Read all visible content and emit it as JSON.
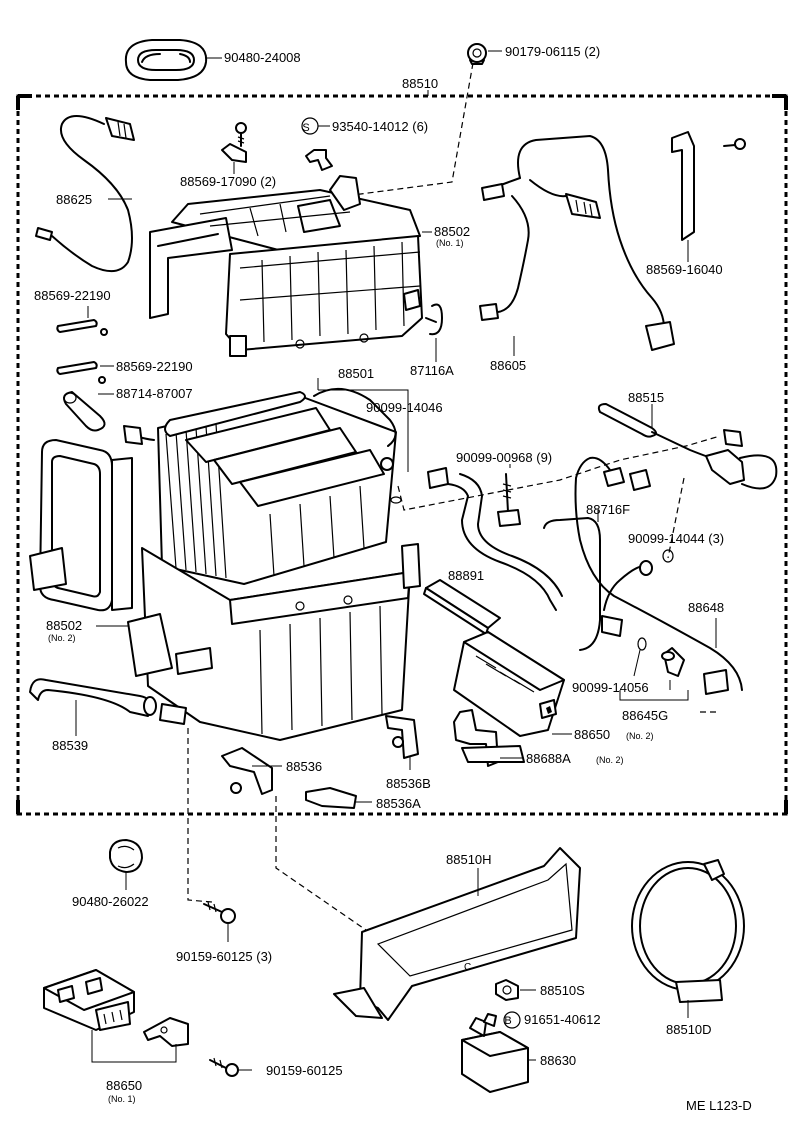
{
  "footer_code": "ME L123-D",
  "labels": {
    "p90480_24008": "90480-24008",
    "p90179_06115": "90179-06115 (2)",
    "p88510": "88510",
    "p93540": "93540-14012 (6)",
    "p88569_17090": "88569-17090 (2)",
    "p88625": "88625",
    "p88502_1": "88502",
    "p88502_1_sub": "(No. 1)",
    "p88569_16040": "88569-16040",
    "p88569_22190_a": "88569-22190",
    "p88569_22190_b": "88569-22190",
    "p87116A": "87116A",
    "p88605": "88605",
    "p88714": "88714-87007",
    "p88501": "88501",
    "p90099_14046": "90099-14046",
    "p88515": "88515",
    "p90099_00968": "90099-00968 (9)",
    "p88716F": "88716F",
    "p90099_14044": "90099-14044 (3)",
    "p88891": "88891",
    "p88648": "88648",
    "p88502_2": "88502",
    "p88502_2_sub": "(No. 2)",
    "p90099_14056": "90099-14056",
    "p88645G": "88645G",
    "p88539": "88539",
    "p88650_2": "88650",
    "p88650_2_sub": "(No. 2)",
    "p88688A": "88688A",
    "p88688A_sub": "(No. 2)",
    "p88536": "88536",
    "p88536B": "88536B",
    "p88536A": "88536A",
    "p88510H": "88510H",
    "p90480_26022": "90480-26022",
    "p90159_60125_3": "90159-60125 (3)",
    "p88510S": "88510S",
    "p91651": "91651-40612",
    "p88510D": "88510D",
    "p88630": "88630",
    "p88650_1": "88650",
    "p88650_1_sub": "(No. 1)",
    "p90159_60125": "90159-60125",
    "circle_s": "S",
    "circle_b": "B",
    "mark_c": "C"
  }
}
